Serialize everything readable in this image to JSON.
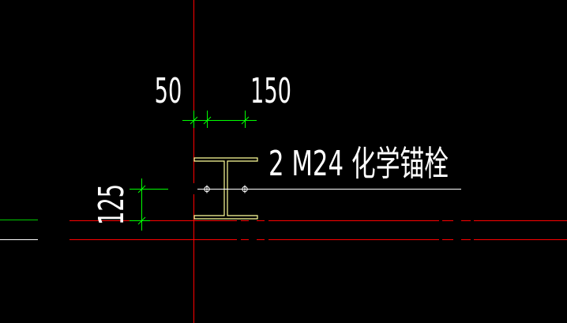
{
  "drawing": {
    "background_color": "#000000",
    "colors": {
      "axis_line": "#ff0000",
      "dimension": "#00ff00",
      "steel_member": "#ffff99",
      "text": "#ffffff",
      "leader": "#ffffff",
      "bolt": "#ffffff"
    },
    "dimensions": {
      "top_left": "50",
      "top_right": "150",
      "left_vertical": "125"
    },
    "annotation": {
      "label": "2 M24 化学锚栓"
    }
  }
}
